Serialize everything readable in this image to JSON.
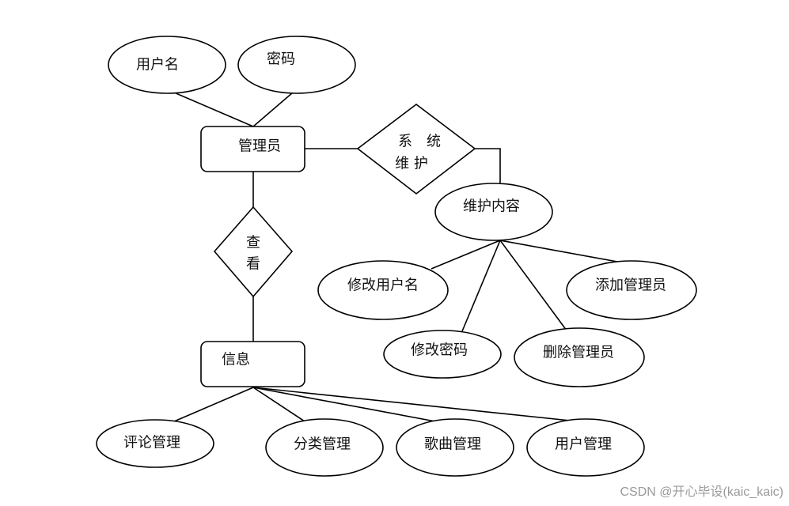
{
  "diagram": {
    "entities": {
      "admin": "管理员",
      "info": "信息"
    },
    "relationships": {
      "maintain_line1": "系　统",
      "maintain_line2": "维 护",
      "view_line1": "查",
      "view_line2": "看"
    },
    "attributes": {
      "username": "用户名",
      "password": "密码",
      "maintain_content": "维护内容",
      "modify_username": "修改用户名",
      "modify_password": "修改密码",
      "add_admin": "添加管理员",
      "delete_admin": "删除管理员",
      "comment_mgmt": "评论管理",
      "category_mgmt": "分类管理",
      "song_mgmt": "歌曲管理",
      "user_mgmt": "用户管理"
    }
  },
  "watermark": "CSDN @开心毕设(kaic_kaic)"
}
